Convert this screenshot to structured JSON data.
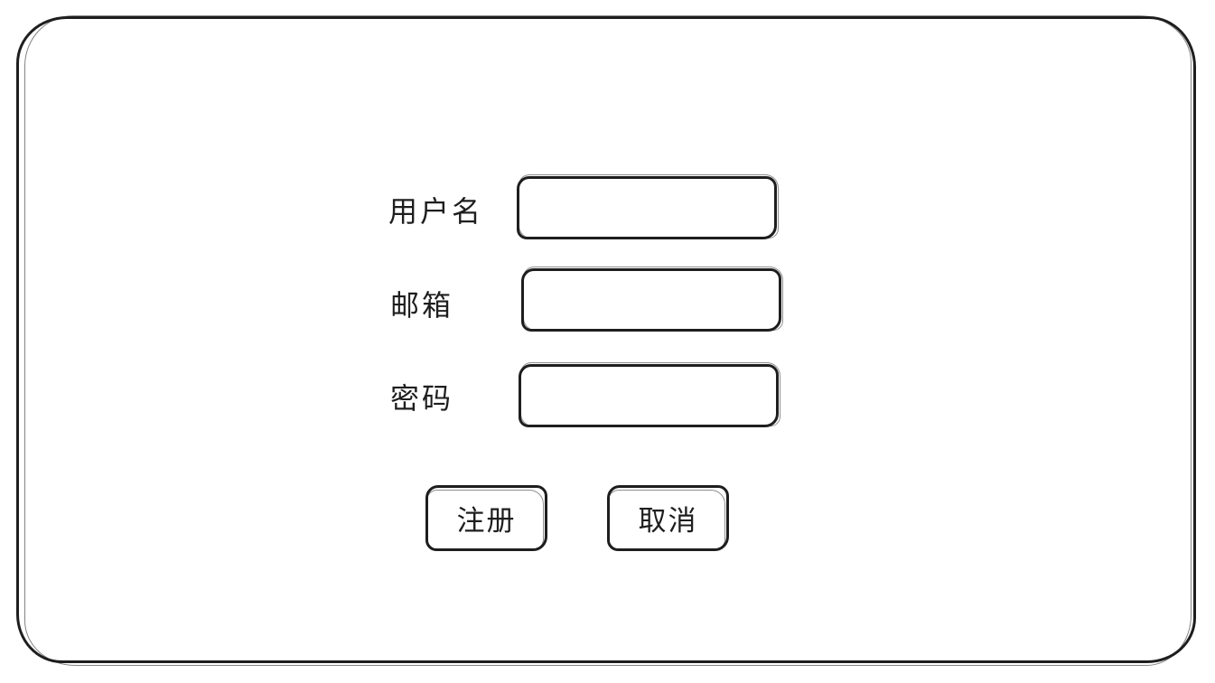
{
  "form": {
    "fields": [
      {
        "label": "用户名",
        "value": ""
      },
      {
        "label": "邮箱",
        "value": ""
      },
      {
        "label": "密码",
        "value": ""
      }
    ],
    "buttons": {
      "register_label": "注册",
      "cancel_label": "取消"
    }
  },
  "colors": {
    "stroke": "#1e1e1e",
    "background": "#ffffff"
  }
}
